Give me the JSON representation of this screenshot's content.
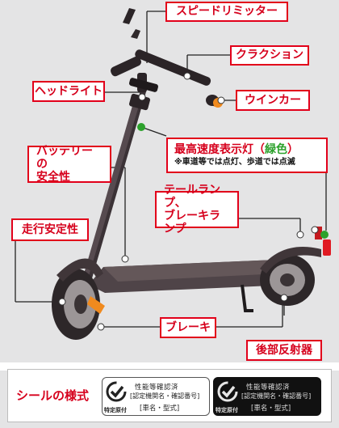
{
  "labels": {
    "speed_limiter": "スピードリミッター",
    "horn": "クラクション",
    "headlight": "ヘッドライト",
    "turn_signal": "ウインカー",
    "battery_line1": "バッテリーの",
    "battery_line2": "安全性",
    "max_speed_prefix": "最高速度表示灯（",
    "max_speed_green": "緑色",
    "max_speed_suffix": "）",
    "max_speed_note": "※車道等では点灯、歩道では点滅",
    "taillight_line1": "テールランプ、",
    "taillight_line2": "ブレーキランプ",
    "stability": "走行安定性",
    "brake": "ブレーキ",
    "reflector": "後部反射器"
  },
  "seal": {
    "title": "シールの様式",
    "line1": "性能等確認済",
    "line2": "[認定機関名・確認番号]",
    "line3": "[車名・型式]",
    "badge": "特定原付"
  },
  "colors": {
    "accent_red": "#e2001a",
    "indicator_green": "#2ca12c",
    "scooter_body": "#54484d",
    "panel_bg": "#e4e4e5",
    "turn_signal_orange": "#f08a1e"
  }
}
